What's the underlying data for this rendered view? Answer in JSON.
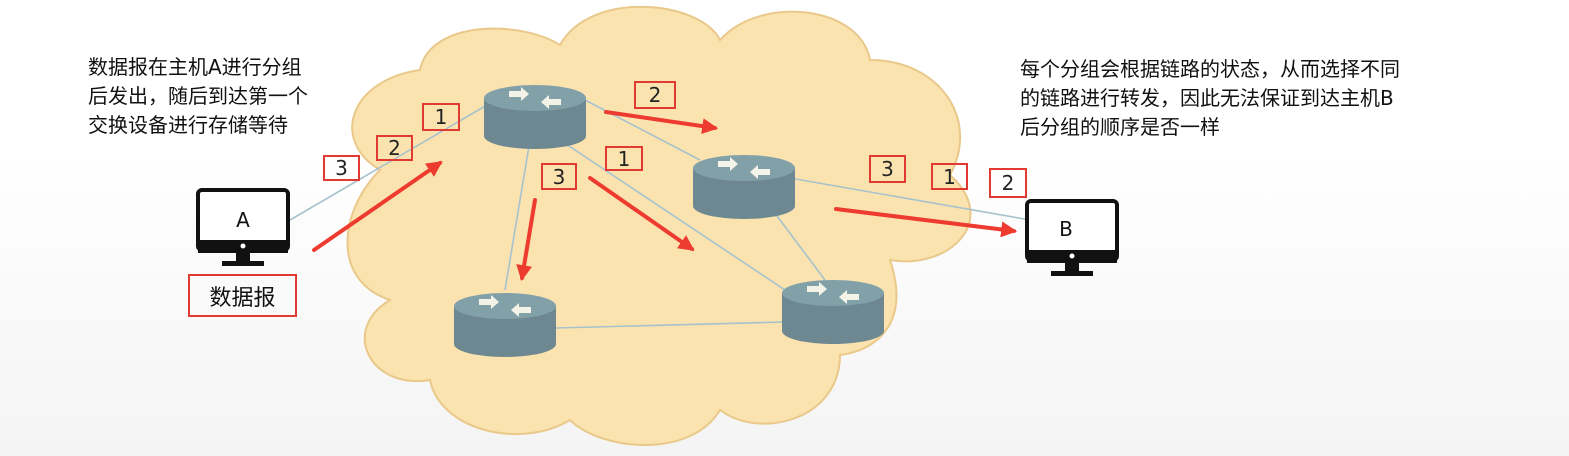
{
  "notes": {
    "left": [
      "数据报在主机A进行分组",
      "后发出，随后到达第一个",
      "交换设备进行存储等待"
    ],
    "right": [
      "每个分组会根据链路的状态，从而选择不同",
      "的链路进行转发，因此无法保证到达主机B",
      "后分组的顺序是否一样"
    ]
  },
  "hosts": {
    "a": "A",
    "b": "B"
  },
  "datagram_label": "数据报",
  "packet_labels": [
    "1",
    "2",
    "3",
    "2",
    "1",
    "3",
    "3",
    "1",
    "2"
  ],
  "colors": {
    "cloud": "#fbe3b0",
    "cloud_stroke": "#e9c88a",
    "router": "#6e8891",
    "router_top": "#82a0a8",
    "arrow": "#ee3b2f",
    "box": "#e03a33",
    "link": "#a6c2cc"
  },
  "icons": [
    "router-icon",
    "monitor-icon",
    "red-arrow"
  ]
}
